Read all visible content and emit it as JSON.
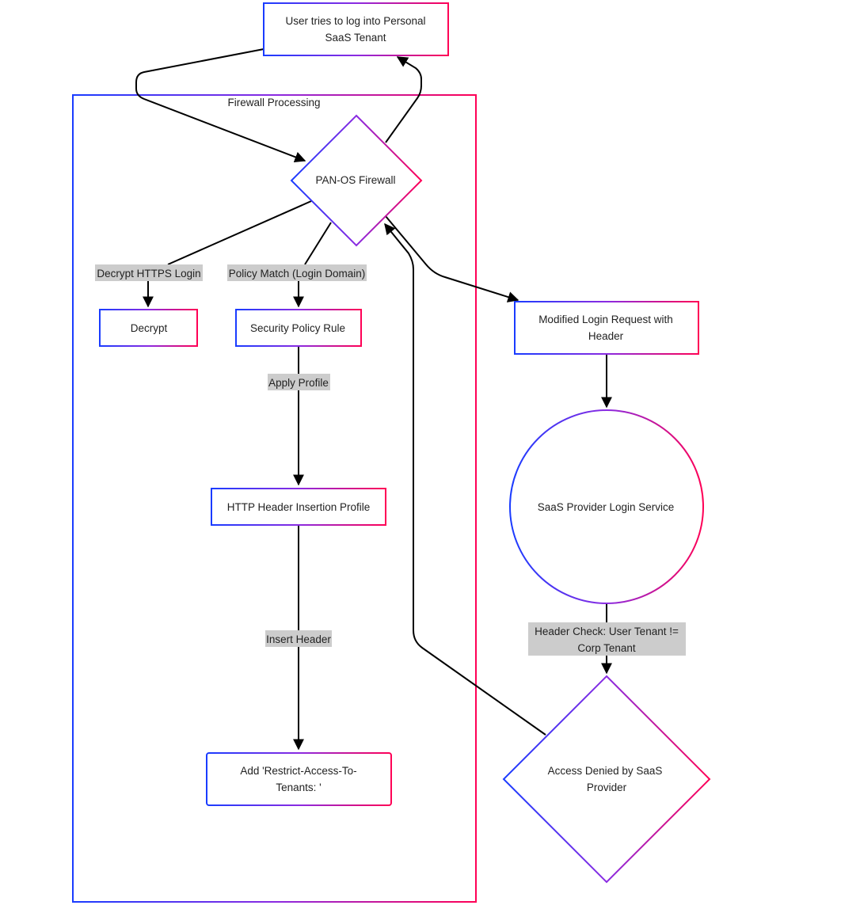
{
  "cluster": {
    "title": "Firewall Processing"
  },
  "nodes": {
    "user_login": {
      "line1": "User tries to log into Personal",
      "line2": "SaaS Tenant"
    },
    "firewall": {
      "label": "PAN-OS Firewall"
    },
    "decrypt": {
      "label": "Decrypt"
    },
    "security_rule": {
      "label": "Security Policy Rule"
    },
    "header_profile": {
      "label": "HTTP Header Insertion Profile"
    },
    "add_header": {
      "line1": "Add 'Restrict-Access-To-",
      "line2": "Tenants: '"
    },
    "modified_request": {
      "line1": "Modified Login Request with",
      "line2": "Header"
    },
    "saas_service": {
      "label": "SaaS Provider Login Service"
    },
    "access_denied": {
      "line1": "Access Denied by SaaS",
      "line2": "Provider"
    }
  },
  "edges": {
    "decrypt_https": "Decrypt HTTPS Login",
    "policy_match": "Policy Match (Login Domain)",
    "apply_profile": "Apply Profile",
    "insert_header": "Insert Header",
    "header_check_line1": "Header Check: User Tenant !=",
    "header_check_line2": "Corp Tenant"
  },
  "colors": {
    "gradient_start": "#1a3cff",
    "gradient_mid": "#8a2be2",
    "gradient_end": "#ff0055",
    "edge": "#000000",
    "label_bg": "#cccccc"
  }
}
